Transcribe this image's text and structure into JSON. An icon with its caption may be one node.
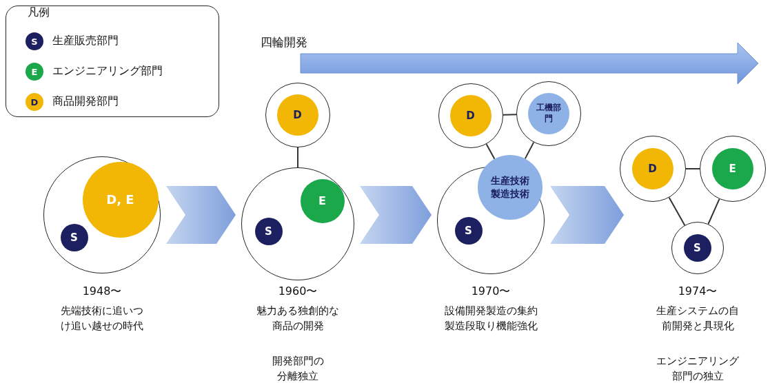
{
  "diagram": {
    "nodes": [
      {
        "text": [],
        "shape": "circle",
        "beside": [
          "1948〜",
          "先端技術に追いつけ追い越せの時代"
        ]
      },
      {
        "text": [
          "D, E"
        ],
        "in": 0
      },
      {
        "text": [
          "S"
        ],
        "in": 0
      },
      {
        "text": [],
        "shape": "circle",
        "beside": [
          "1960〜",
          "魅力ある独創的な商品の開発",
          "開発部門の分離独立"
        ]
      },
      {
        "text": [
          "E"
        ],
        "in": 3
      },
      {
        "text": [
          "S"
        ],
        "in": 3
      },
      {
        "text": [],
        "shape": "circle"
      },
      {
        "text": [
          "D"
        ],
        "in": 6
      },
      {
        "text": [],
        "shape": "circle"
      },
      {
        "text": [
          "D"
        ],
        "in": 8
      },
      {
        "text": [],
        "shape": "circle"
      },
      {
        "text": [
          "工機部門"
        ],
        "in": 10
      },
      {
        "text": [],
        "shape": "circle",
        "beside": [
          "1970〜",
          "設備開発製造の集約",
          "製造段取り機能強化"
        ]
      },
      {
        "text": [
          "生産技術製造技術"
        ],
        "in": 12
      },
      {
        "text": [
          "S"
        ],
        "in": 12
      },
      {
        "text": [],
        "shape": "circle"
      },
      {
        "text": [
          "D"
        ],
        "in": 15
      },
      {
        "text": [],
        "shape": "circle"
      },
      {
        "text": [
          "E"
        ],
        "in": 17
      },
      {
        "text": [],
        "shape": "circle",
        "beside": [
          "1974〜",
          "生産システムの自前開発と具現化",
          "エンジニアリング部門の独立"
        ]
      },
      {
        "text": [
          "S"
        ],
        "in": 19
      }
    ],
    "edges": [
      {
        "from": 0,
        "to": 3,
        "arrow": "to"
      },
      {
        "from": 6,
        "to": 3,
        "arrow": "none"
      },
      {
        "from": 3,
        "to": 12,
        "arrow": "to"
      },
      {
        "from": 8,
        "to": 10,
        "arrow": "none"
      },
      {
        "from": 8,
        "to": 13,
        "arrow": "none"
      },
      {
        "from": 10,
        "to": 13,
        "arrow": "none"
      },
      {
        "from": 12,
        "to": 19,
        "arrow": "to"
      },
      {
        "from": 15,
        "to": 17,
        "arrow": "none"
      },
      {
        "from": 15,
        "to": 19,
        "arrow": "none"
      },
      {
        "from": 17,
        "to": 19,
        "arrow": "none"
      }
    ],
    "labels": [
      "凡例",
      "S",
      "E",
      "D",
      "四輪開発"
    ],
    "legend": [
      {
        "text": "生産販売部門",
        "color": "#1c2060"
      },
      {
        "text": "エンジニアリング部門",
        "color": "#1aa84a"
      },
      {
        "text": "商品開発部門",
        "color": "#f2b705"
      }
    ]
  }
}
